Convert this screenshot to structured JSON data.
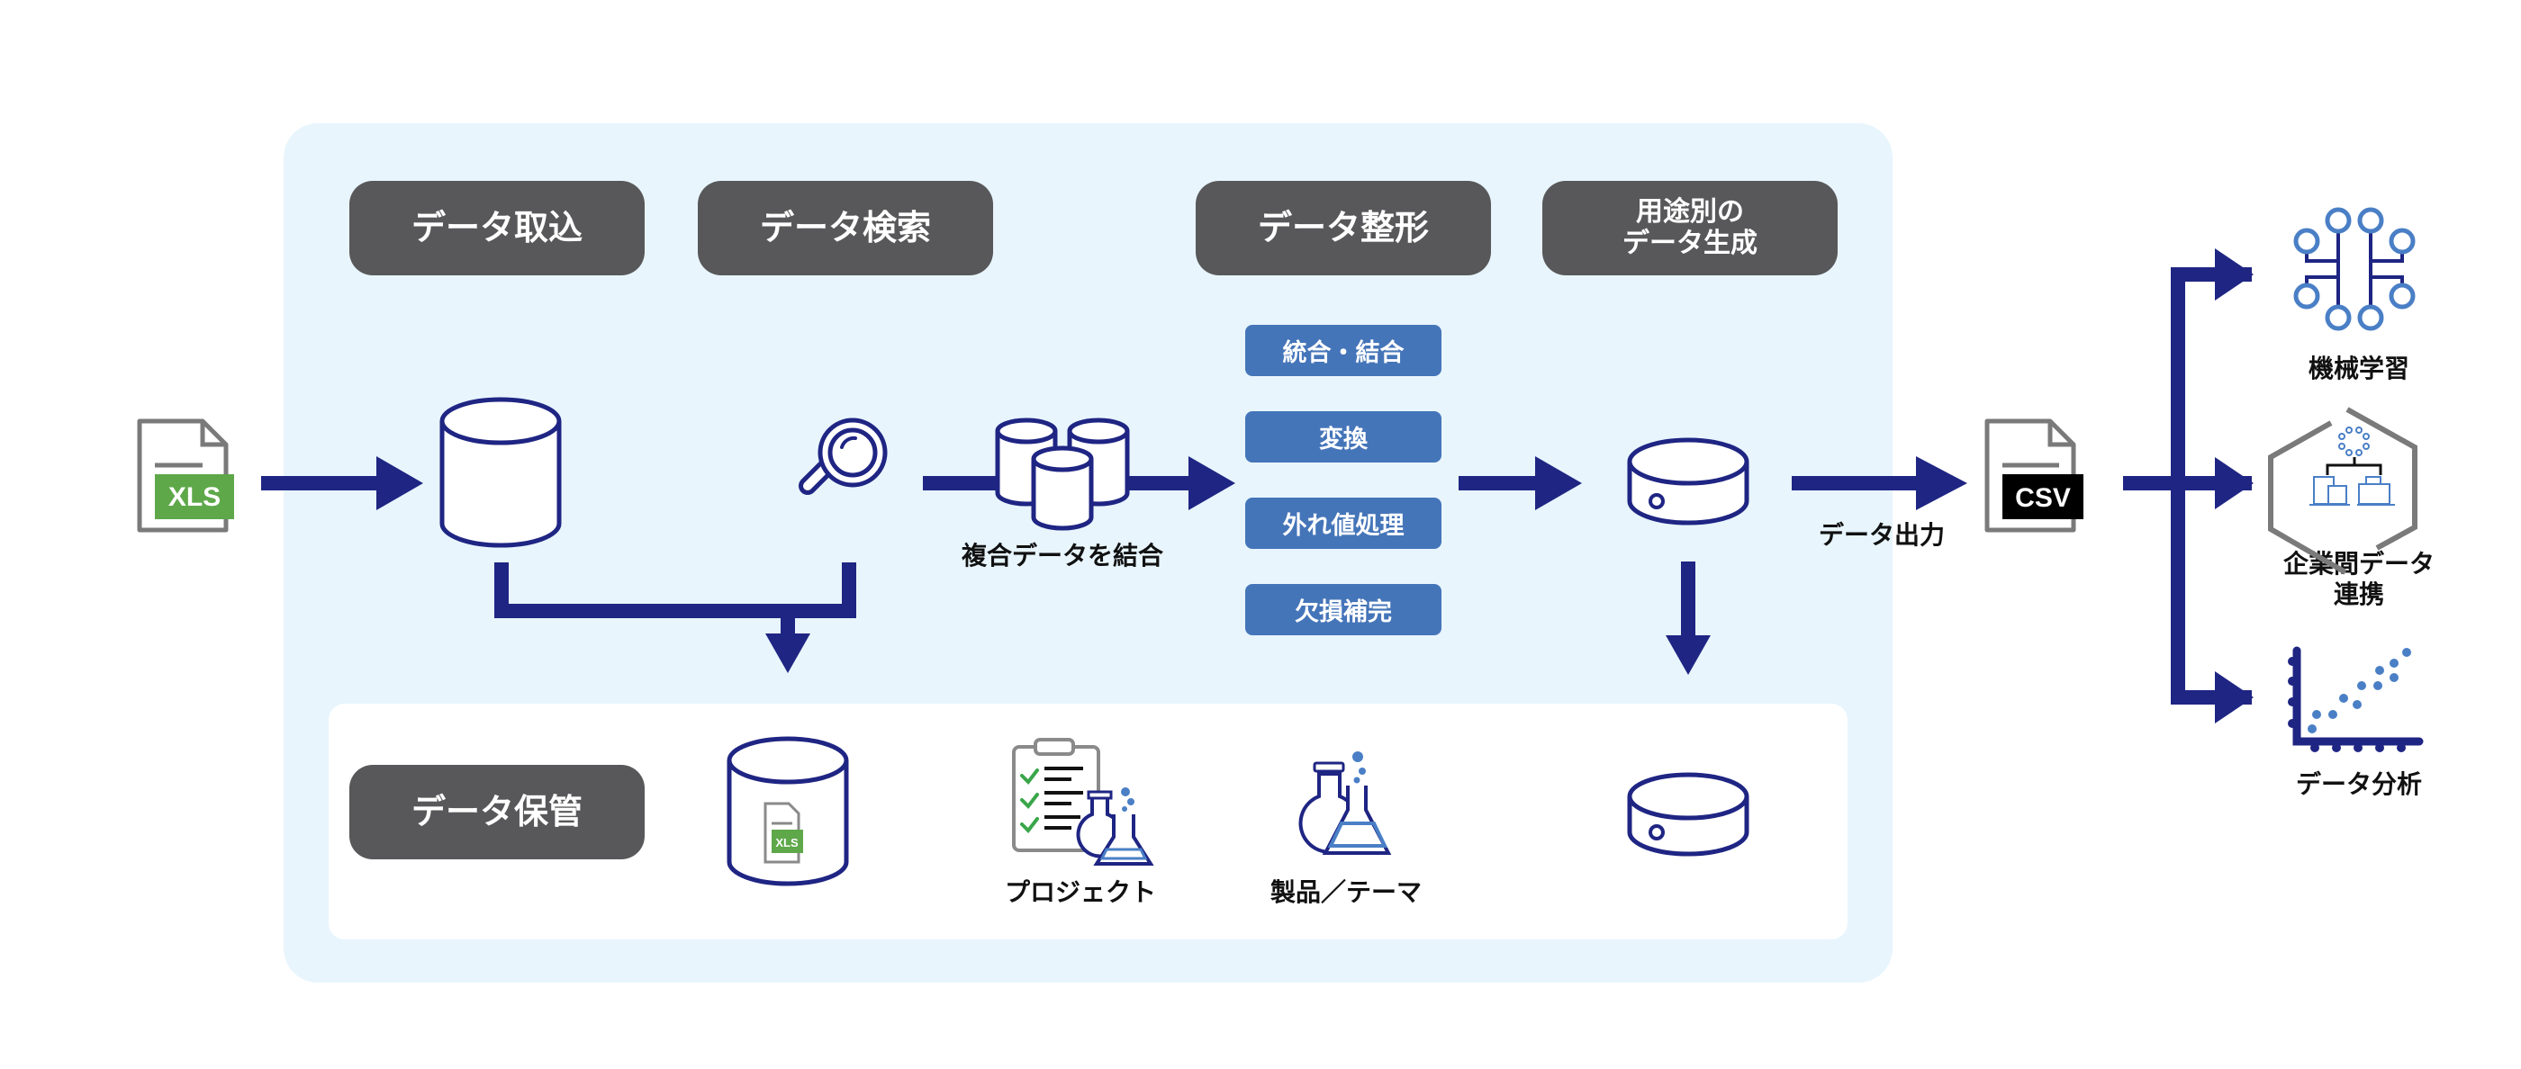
{
  "diagram": {
    "colors": {
      "arrow": "#1f2583",
      "stage_bg": "#58585a",
      "operation_bg": "#4575b9",
      "platform_bg": "#e8f5fd",
      "xls_green": "#5ea84a",
      "csv_black": "#000000",
      "icon_light_blue": "#4a7fc6",
      "file_gray": "#7a7a7a",
      "check_green": "#3aa64a"
    },
    "input": {
      "file_icon": "xls-file-icon",
      "file_type": "XLS"
    },
    "stages": [
      {
        "id": "ingest",
        "label": "データ取込",
        "icon": "database-cylinder-icon"
      },
      {
        "id": "search",
        "label": "データ検索",
        "icon": "magnifier-icon"
      },
      {
        "id": "shaping",
        "label": "データ整形"
      },
      {
        "id": "generate",
        "label_line1": "用途別の",
        "label_line2": "データ生成",
        "icon": "disk-database-icon"
      }
    ],
    "combine": {
      "icon": "multi-database-icon",
      "label": "複合データを結合"
    },
    "operations": [
      "統合・結合",
      "変換",
      "外れ値処理",
      "欠損補完"
    ],
    "storage": {
      "label": "データ保管",
      "items": [
        {
          "icon": "database-with-xls-icon",
          "file_type": "XLS",
          "label": ""
        },
        {
          "icon": "project-clipboard-flask-icon",
          "label": "プロジェクト"
        },
        {
          "icon": "flask-icon",
          "label": "製品／テーマ"
        },
        {
          "icon": "disk-database-icon",
          "label": ""
        }
      ]
    },
    "output": {
      "arrow_label": "データ出力",
      "file_icon": "csv-file-icon",
      "file_type": "CSV"
    },
    "destinations": [
      {
        "icon": "machine-learning-circuit-icon",
        "label": "機械学習"
      },
      {
        "icon": "inter-company-hexagon-icon",
        "label_line1": "企業間データ",
        "label_line2": "連携"
      },
      {
        "icon": "scatter-plot-icon",
        "label": "データ分析"
      }
    ]
  }
}
